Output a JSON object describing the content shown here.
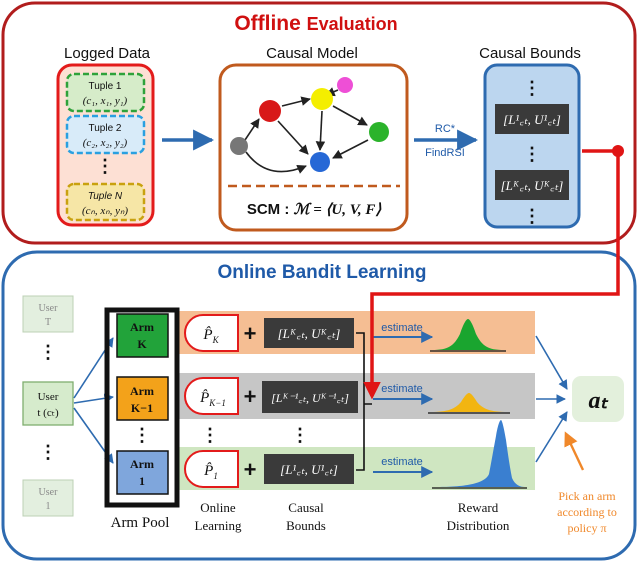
{
  "offline": {
    "title_offline": "Offline",
    "title_evaluation": "Evaluation",
    "logged_data_title": "Logged Data",
    "causal_model_title": "Causal Model",
    "causal_bounds_title": "Causal Bounds",
    "tuples": [
      {
        "label": "Tuple 1",
        "value": "(c₁, x₁, y₁)"
      },
      {
        "label": "Tuple 2",
        "value": "(c₂, x₂, y₂)"
      },
      {
        "label": "Tuple N",
        "value": "(cₙ, xₙ, yₙ)"
      }
    ],
    "dots": "⋮",
    "scm_prefix": "SCM :",
    "scm_formula": "ℳ = ⟨U, V, F⟩",
    "rc_label": "RC*",
    "findrsi_label": "FindRSI",
    "bound_top": "[L¹꜀ₜ, U¹꜀ₜ]",
    "bound_bottom": "[Lᴷ꜀ₜ, Uᴷ꜀ₜ]"
  },
  "online": {
    "title": "Online Bandit Learning",
    "users": [
      "User",
      "T",
      "User",
      "t (cₜ)",
      "User",
      "1"
    ],
    "arms": [
      {
        "label": "Arm",
        "sub": "K"
      },
      {
        "label": "Arm",
        "sub": "K−1"
      },
      {
        "label": "Arm",
        "sub": "1"
      }
    ],
    "p_hats": [
      "P̂",
      "P̂",
      "P̂"
    ],
    "p_subs": [
      "K",
      "K−1",
      "1"
    ],
    "plus": "+",
    "bounds": [
      "[Lᴷ꜀ₜ, Uᴷ꜀ₜ]",
      "[Lᴷ⁻¹꜀ₜ, Uᴷ⁻¹꜀ₜ]",
      "[L¹꜀ₜ, U¹꜀ₜ]"
    ],
    "estimate": "estimate",
    "output": "aₜ",
    "arm_pool": "Arm Pool",
    "online_learning": [
      "Online",
      "Learning"
    ],
    "causal_bounds": [
      "Causal",
      "Bounds"
    ],
    "reward_distribution": [
      "Reward",
      "Distribution"
    ],
    "pick_note": [
      "Pick an arm",
      "according to",
      "policy π"
    ]
  },
  "colors": {
    "offline_border": "#b11d1d",
    "online_border": "#2e6bb0",
    "offline_title": "#d01010",
    "online_title": "#1f5aa8",
    "logged_fill": "#fde0d4",
    "causal_border": "#c05a1e",
    "bounds_fill": "#bcd6ef",
    "dark_box": "#3a3a3a",
    "arm_green": "#22a33a",
    "arm_orange": "#f3a21a",
    "arm_blue": "#7fa6dc",
    "peak_green": "#1aa52f",
    "peak_orange": "#f2b511",
    "peak_blue": "#3a7fd0",
    "node_red": "#d81818",
    "node_yellow": "#f4ee00",
    "node_pink": "#ee4fd6",
    "node_green": "#2bb32b",
    "node_blue": "#2668d6",
    "node_gray": "#777777",
    "orange_note": "#f0882a",
    "red_line": "#e01515"
  }
}
